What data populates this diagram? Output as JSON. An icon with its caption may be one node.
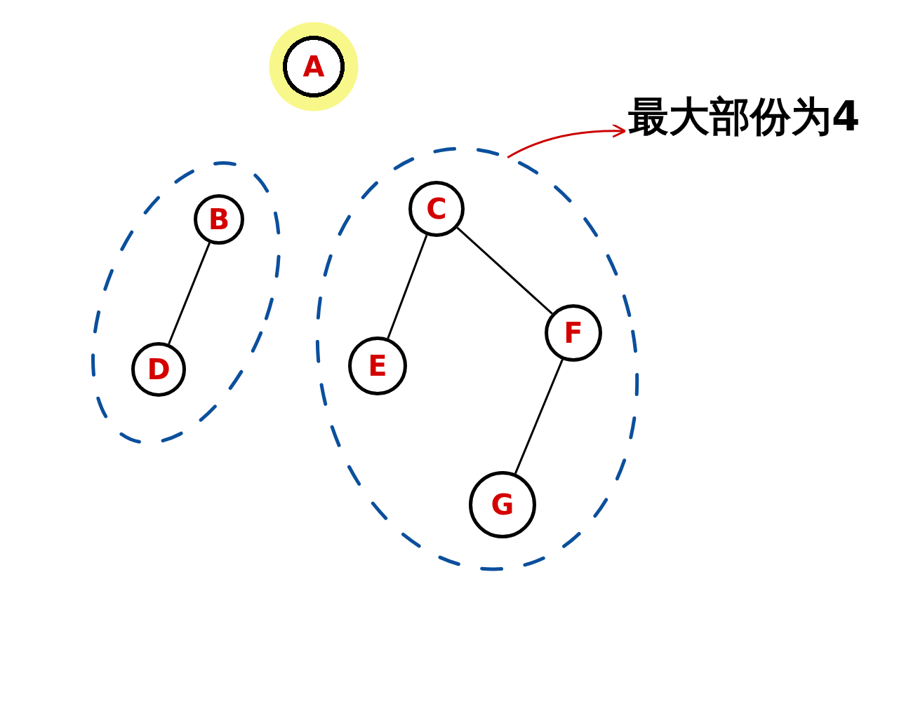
{
  "diagram": {
    "nodes": [
      {
        "text": [
          "A"
        ]
      },
      {
        "text": [],
        "shape": "ellipse"
      },
      {
        "text": [
          "B"
        ],
        "in": 1
      },
      {
        "text": [
          "D"
        ],
        "in": 1
      },
      {
        "text": [],
        "shape": "ellipse"
      },
      {
        "text": [
          "C"
        ],
        "in": 4
      },
      {
        "text": [
          "E"
        ],
        "in": 4
      },
      {
        "text": [
          "F"
        ],
        "in": 4
      },
      {
        "text": [
          "G"
        ],
        "in": 4
      },
      {
        "text": [
          "最大部份为4"
        ]
      }
    ],
    "edges": [
      {
        "from": 2,
        "to": 3,
        "arrow": "none"
      },
      {
        "from": 5,
        "to": 6,
        "arrow": "none"
      },
      {
        "from": 5,
        "to": 7,
        "arrow": "none"
      },
      {
        "from": 7,
        "to": 8,
        "arrow": "none"
      },
      {
        "from": 4,
        "to": 9,
        "arrow": "to",
        "color": "#cc0000"
      }
    ]
  }
}
